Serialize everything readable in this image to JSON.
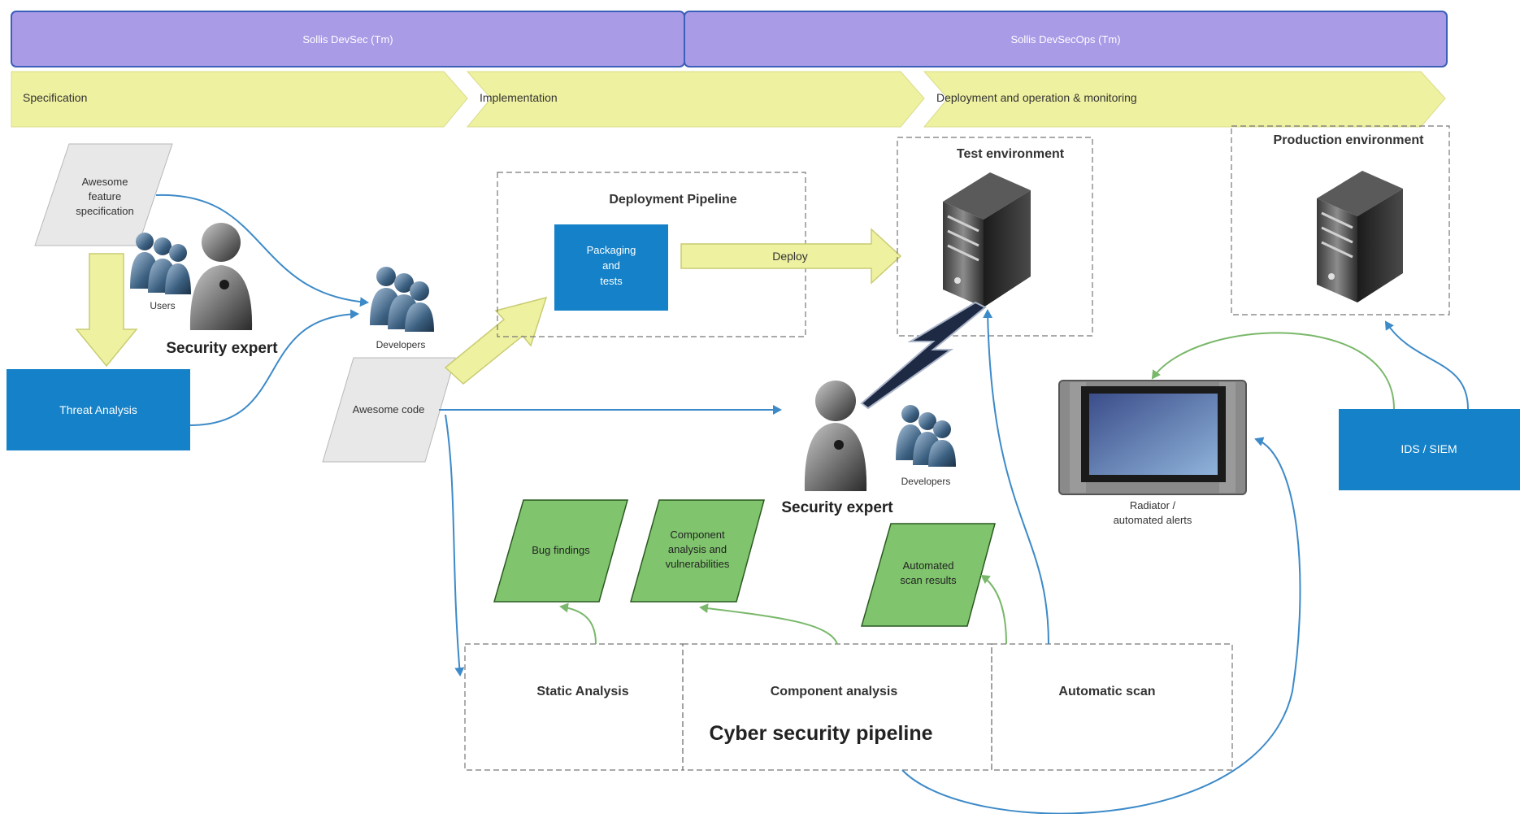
{
  "colors": {
    "purple": "#a99be6",
    "purple_border": "#3c5fb8",
    "yellow": "#eef1a0",
    "blue_box": "#1481c8",
    "green_doc": "#80c56e",
    "arrow_blue": "#3d8ac8",
    "arrow_green": "#79b86a",
    "grey_doc": "#e8e8e8"
  },
  "top_bars": {
    "left": "Sollis DevSec (Tm)",
    "right": "Sollis DevSecOps (Tm)"
  },
  "phases": {
    "spec": "Specification",
    "impl": "Implementation",
    "deploy": "Deployment and operation & monitoring"
  },
  "docs": {
    "feature_spec": [
      "Awesome",
      "feature",
      "specification"
    ],
    "awesome_code": "Awesome code",
    "bug_findings": "Bug findings",
    "component_vulns": [
      "Component",
      "analysis and",
      "vulnerabilities"
    ],
    "scan_results": [
      "Automated",
      "scan results"
    ]
  },
  "boxes": {
    "threat_analysis": "Threat Analysis",
    "packaging": [
      "Packaging",
      "and",
      "tests"
    ],
    "ids_siem": "IDS / SIEM"
  },
  "labels": {
    "users": "Users",
    "security_expert": "Security expert",
    "developers": "Developers",
    "deploy": "Deploy",
    "radiator": [
      "Radiator /",
      "automated alerts"
    ]
  },
  "containers": {
    "deployment_pipeline": "Deployment Pipeline",
    "test_env": "Test environment",
    "prod_env": "Production environment",
    "static_analysis": "Static Analysis",
    "component_analysis": "Component analysis",
    "automatic_scan": "Automatic scan",
    "cyber_pipeline": "Cyber security pipeline"
  },
  "icons": {
    "person": "person-icon",
    "group": "group-icon",
    "server": "server-icon",
    "monitor": "monitor-icon",
    "lightning": "lightning-link-icon"
  }
}
